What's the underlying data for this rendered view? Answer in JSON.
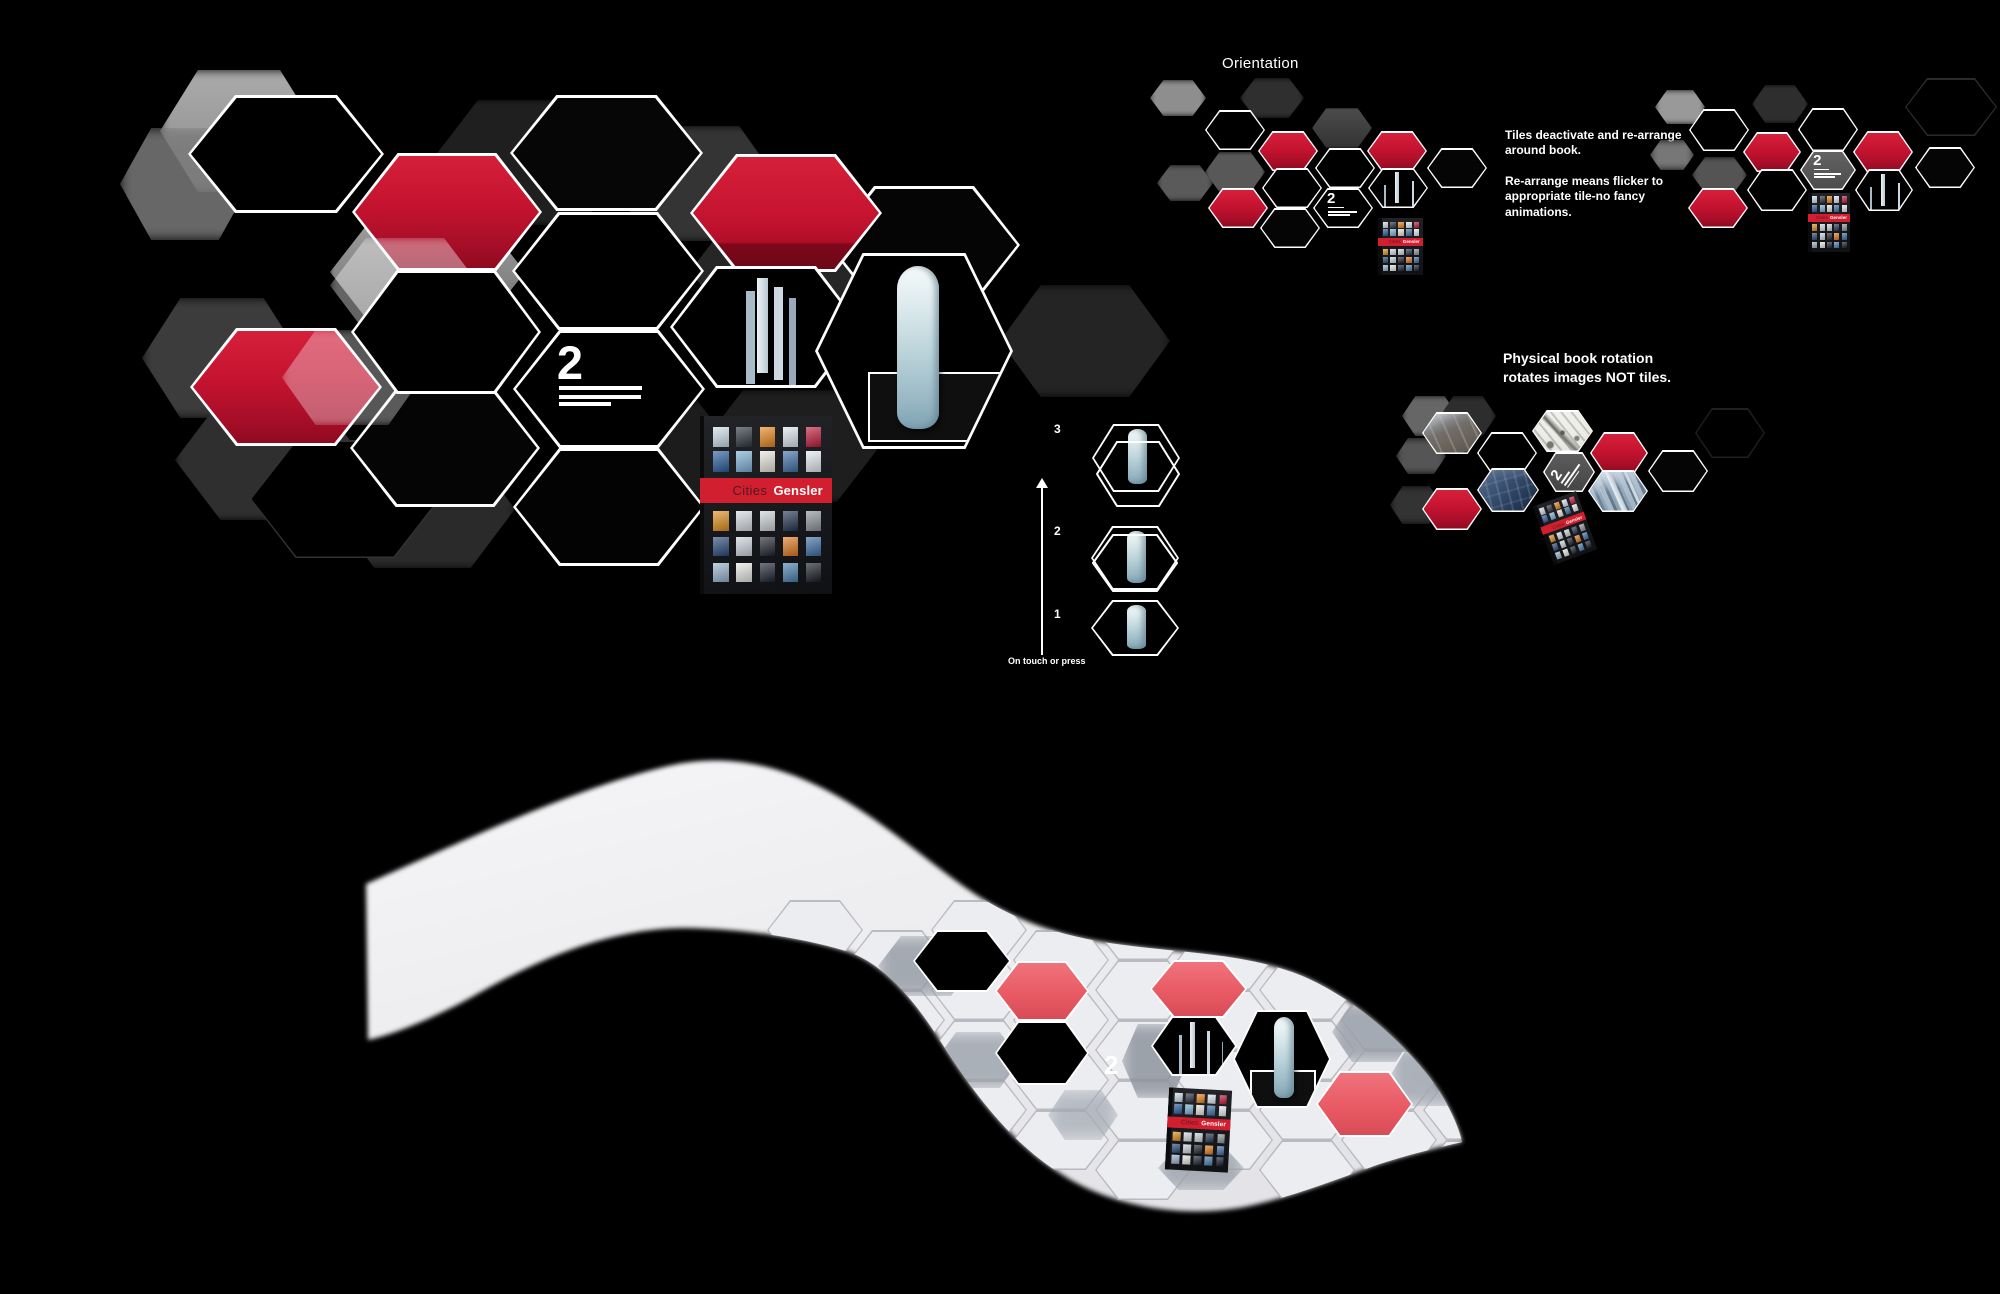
{
  "colors": {
    "background": "#000000",
    "gensler_red": "#c8102e",
    "ribbon_pink": "#e85f6b",
    "ribbon_surface": "#ebecef",
    "white": "#ffffff",
    "book_band": "#d21f2f"
  },
  "header": {
    "orientation_title": "Orientation"
  },
  "annotations": {
    "tiles_note": "Tiles deactivate and re-arrange\naround book.\n\nRe-arrange means flicker to\nappropriate tile-no fancy\nanimations.",
    "rotation_note": "Physical book rotation\nrotates images NOT tiles.",
    "touch_note": "On touch or press"
  },
  "sequence": {
    "steps": [
      "3",
      "2",
      "1"
    ]
  },
  "tiles": {
    "main_number": "2",
    "mini_number": "2",
    "ribbon_number": "2"
  },
  "book": {
    "title_light": "Cities",
    "title_bold": "Gensler",
    "cols": 5,
    "thumbs_top": [
      "#cfe0ea",
      "#2e3440",
      "#e8861e",
      "#dfe8f0",
      "#c01a3a",
      "#2a5d9e",
      "#7fb2d8",
      "#e9e6dd",
      "#3f71a8",
      "#e5ecf2"
    ],
    "thumbs_bottom": [
      "#e0901e",
      "#d8dde2",
      "#cfd4d8",
      "#24364f",
      "#8e959c",
      "#2b4a78",
      "#cdd6de",
      "#20242e",
      "#e07a20",
      "#3e6ea5",
      "#9ab4cc",
      "#e8e8e4",
      "#1d2430",
      "#4a80b0",
      "#171c26"
    ]
  }
}
